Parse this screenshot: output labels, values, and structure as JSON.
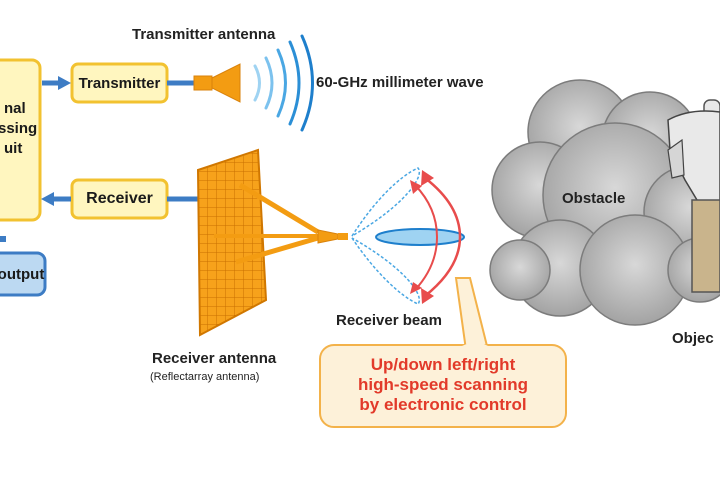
{
  "signal_processing": {
    "lines": [
      "nal",
      "ssing",
      "uit"
    ]
  },
  "output": {
    "label": "output"
  },
  "transmitter": {
    "label": "Transmitter"
  },
  "receiver": {
    "label": "Receiver"
  },
  "transmitter_antenna": {
    "label": "Transmitter antenna"
  },
  "wave": {
    "label": "60-GHz millimeter wave"
  },
  "receiver_antenna": {
    "label": "Receiver antenna",
    "sublabel": "(Reflectarray antenna)"
  },
  "receiver_beam": {
    "label": "Receiver beam"
  },
  "callout": {
    "lines": [
      "Up/down left/right",
      "high-speed scanning",
      "by electronic control"
    ]
  },
  "obstacle": {
    "label": "Obstacle"
  },
  "object": {
    "label": "Objec"
  },
  "colors": {
    "box_fill": "#fff6bf",
    "box_border": "#f2c230",
    "output_fill": "#bcd9f2",
    "output_border": "#3d7cc4",
    "arrow": "#3d7cc4",
    "antenna": "#f39c12",
    "beam": "#e84c4c",
    "callout_fill": "#fdf1d9",
    "callout_border": "#f3b24a",
    "callout_text": "#e23a2a",
    "cloud": "#b9b9b9"
  }
}
